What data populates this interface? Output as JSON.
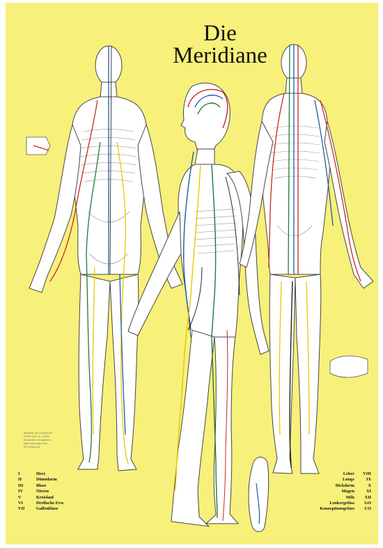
{
  "title_line1": "Die",
  "title_line2": "Meridiane",
  "credit_lines": [
    "Aufkleber als vom Bezahl",
    "FOUR-GKZ, IV, 4-8900",
    "Akupunktur-Verlagshaus",
    "http://www.4gsm.com",
    "BY-Verlag.com"
  ],
  "legend_left": [
    {
      "num": "I",
      "label": "Herz"
    },
    {
      "num": "II",
      "label": "Dünndarm"
    },
    {
      "num": "III",
      "label": "Blase"
    },
    {
      "num": "IV",
      "label": "Nieren"
    },
    {
      "num": "V",
      "label": "Kreislauf"
    },
    {
      "num": "VI",
      "label": "Dreifache Erw."
    },
    {
      "num": "VII",
      "label": "Gallenblase"
    }
  ],
  "legend_right": [
    {
      "num": "VIII",
      "label": "Leber"
    },
    {
      "num": "IX",
      "label": "Lunge"
    },
    {
      "num": "X",
      "label": "Dickdarm"
    },
    {
      "num": "XI",
      "label": "Magen"
    },
    {
      "num": "XII",
      "label": "Milz"
    },
    {
      "num": "GO",
      "label": "Lenkergefäss"
    },
    {
      "num": "CO",
      "label": "Konzeptionsgefäss"
    }
  ],
  "colors": {
    "background": "#f7f07a",
    "body": "#ffffff",
    "outline": "#444444",
    "meridian_red": "#c8281e",
    "meridian_blue": "#1e5aa0",
    "meridian_green": "#1e7a3a",
    "meridian_yellow": "#e6c800",
    "meridian_black": "#111111"
  }
}
